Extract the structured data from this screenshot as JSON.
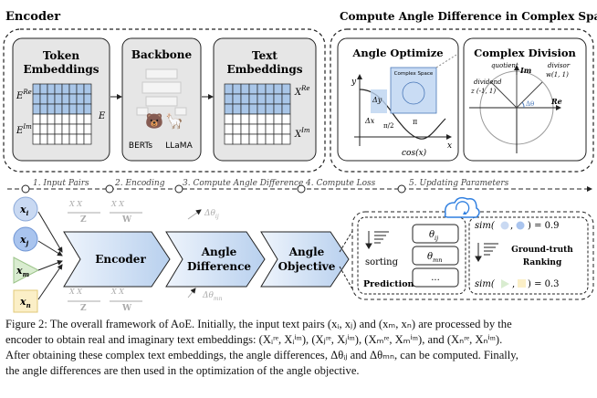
{
  "encoder_panel": {
    "title": "Encoder",
    "token_embeddings": "Token Embeddings",
    "backbone": "Backbone",
    "text_embeddings": "Text Embeddings",
    "e_re": "E",
    "e_re_sup": "Re",
    "e_im": "E",
    "e_im_sup": "Im",
    "e_mid": "E",
    "x_re": "X",
    "x_re_sup": "Re",
    "x_im": "X",
    "x_im_sup": "Im",
    "berts": "BERTs",
    "llama": "LLaMA"
  },
  "complex_panel": {
    "title": "Compute Angle Difference in Complex Space",
    "angle_optimize": "Angle Optimize",
    "complex_division": "Complex Division",
    "complex_space": "Complex Space",
    "y_axis": "y",
    "x_axis": "x",
    "dy": "Δy",
    "dx": "Δx",
    "half_pi": "π/2",
    "pi": "π",
    "cos": "cos(x)",
    "quotient": "quotient",
    "dividend": "dividend",
    "divisor": "divisor",
    "im": "Im",
    "re": "Re",
    "z_point": "z (-1, 1)",
    "w_point": "w(1, 1)",
    "dtheta": "Δθ"
  },
  "steps": [
    "1. Input Pairs",
    "2. Encoding",
    "3. Compute Angle Difference",
    "4. Compute Loss",
    "5. Updating Parameters"
  ],
  "inputs": [
    "x",
    "x",
    "x",
    "x"
  ],
  "input_subs": [
    "i",
    "j",
    "m",
    "n"
  ],
  "flow": {
    "encoder": "Encoder",
    "angle_difference_1": "Angle",
    "angle_difference_2": "Difference",
    "angle_objective_1": "Angle",
    "angle_objective_2": "Objective",
    "z": "Z",
    "w": "W",
    "delta_ij": "Δθ",
    "delta_ij_sub": "ij",
    "delta_mn": "Δθ",
    "delta_mn_sub": "mn"
  },
  "prediction": {
    "sorting": "sorting",
    "label": "Prediction",
    "theta_ij": "θ",
    "theta_ij_sub": "ij",
    "theta_mn": "θ",
    "theta_mn_sub": "mn",
    "more": "..."
  },
  "ranking": {
    "sim": "sim",
    "value_top": ") = 0.9",
    "value_bottom": ") = 0.3",
    "label_1": "Ground-truth",
    "label_2": "Ranking"
  },
  "caption": {
    "line1": "Figure 2: The overall framework of AoE. Initially, the input text pairs (xᵢ, xⱼ) and (xₘ, xₙ) are processed by the",
    "line2": "encoder to obtain real and imaginary text embeddings: (Xᵢʳᵉ, Xᵢⁱᵐ), (Xⱼʳᵉ, Xⱼⁱᵐ), (Xₘʳᵉ, Xₘⁱᵐ), and (Xₙʳᵉ, Xₙⁱᵐ).",
    "line3": "After obtaining these complex text embeddings, the angle differences, Δθᵢⱼ and Δθₘₙ, can be computed. Finally,",
    "line4": "the angle differences are then used in the optimization of the angle objective."
  },
  "colors": {
    "panel_fill": "#e8e8e8",
    "blue_cell": "#a9c6e8",
    "arrow_fill": "#cfe0f5",
    "xi": "#c9d9f2",
    "xj": "#a9c4ee",
    "xm": "#d9ecd0",
    "xn": "#fbefc7"
  }
}
